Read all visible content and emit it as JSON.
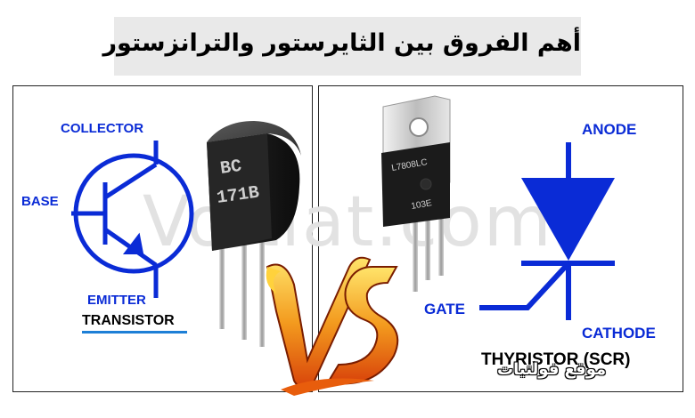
{
  "title": "أهم الفروق بين الثايرستور والترانزستور",
  "watermark": "Voltiat.com",
  "site_name": "موقع فولتيات",
  "transistor": {
    "collector_label": "COLLECTOR",
    "base_label": "BASE",
    "emitter_label": "EMITTER",
    "caption": "TRANSISTOR",
    "package_marking_line1": "BC",
    "package_marking_line2": "171B"
  },
  "thyristor": {
    "anode_label": "ANODE",
    "gate_label": "GATE",
    "cathode_label": "CATHODE",
    "caption": "THYRISTOR (SCR)",
    "package_marking_line1": "L7808LC",
    "package_marking_line2": "103E"
  },
  "vs_text": "VS",
  "colors": {
    "symbol_blue": "#0a2bd6",
    "caption_underline": "#1d7fd6",
    "title_background": "#e9e9e9",
    "vs_fire": "#e85d0c"
  }
}
